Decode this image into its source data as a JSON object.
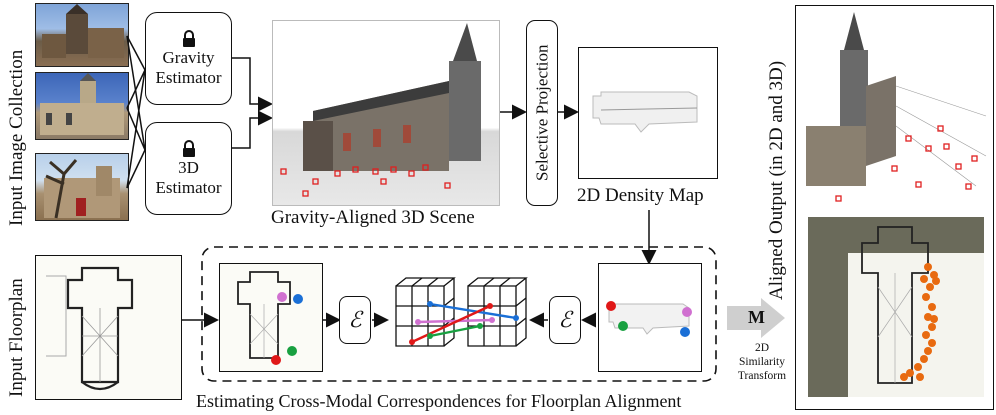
{
  "labels": {
    "input_image_collection": "Input Image Collection",
    "input_floorplan": "Input  Floorplan",
    "aligned_output": "Aligned Output (in 2D and 3D)"
  },
  "modules": {
    "gravity_estimator": [
      "Gravity",
      "Estimator"
    ],
    "estimator_3d": [
      "3D",
      "Estimator"
    ],
    "selective_projection": "Selective Projection",
    "encoder_symbol": "ℰ",
    "transform_symbol": "M",
    "transform_caption": [
      "2D",
      "Similarity",
      "Transform"
    ]
  },
  "captions": {
    "scene": "Gravity-Aligned 3D Scene",
    "density_map": "2D Density Map",
    "correspondences": "Estimating Cross-Modal Correspondences for Floorplan Alignment"
  },
  "colors": {
    "camera_red": "#e02020",
    "corr_pink": "#d070d0",
    "corr_blue": "#1a6fd6",
    "corr_red": "#e01818",
    "corr_green": "#18a040",
    "orange_points": "#e86a10"
  },
  "icons": [
    "lock-icon",
    "arrow-icon"
  ]
}
